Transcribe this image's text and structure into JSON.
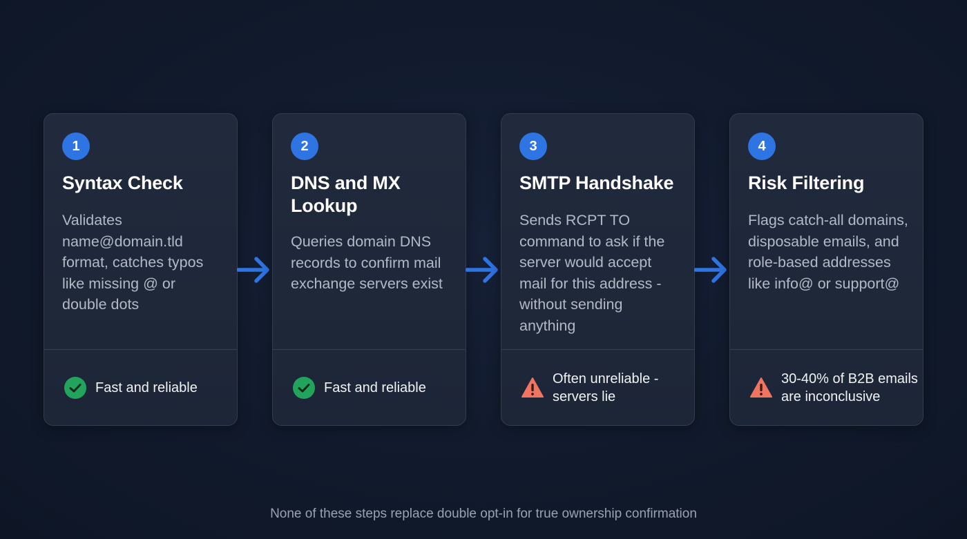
{
  "steps": [
    {
      "number": "1",
      "title": "Syntax Check",
      "description": "Validates name@domain.tld format, catches typos like missing @ or double dots",
      "status": {
        "type": "success",
        "icon": "check-circle-icon",
        "text": "Fast and reliable"
      }
    },
    {
      "number": "2",
      "title": "DNS and MX Lookup",
      "description": "Queries domain DNS records to confirm mail exchange servers exist",
      "status": {
        "type": "success",
        "icon": "check-circle-icon",
        "text": "Fast and reliable"
      }
    },
    {
      "number": "3",
      "title": "SMTP Handshake",
      "description": "Sends RCPT TO command to ask if the server would accept mail for this address - without sending anything",
      "status": {
        "type": "warning",
        "icon": "warning-triangle-icon",
        "text": "Often unreliable - servers lie"
      }
    },
    {
      "number": "4",
      "title": "Risk Filtering",
      "description": "Flags catch-all domains, disposable emails, and role-based addresses like info@ or support@",
      "status": {
        "type": "warning",
        "icon": "warning-triangle-icon",
        "text": "30-40% of B2B emails are inconclusive"
      }
    }
  ],
  "arrows": [
    "arrow-right-icon",
    "arrow-right-icon",
    "arrow-right-icon"
  ],
  "caption": "None of these steps replace double opt-in for true ownership confirmation",
  "colors": {
    "accent": "#2f74e3",
    "success": "#22a45d",
    "warning": "#f07560",
    "background": "#111a2c",
    "card": "#1f2839"
  }
}
